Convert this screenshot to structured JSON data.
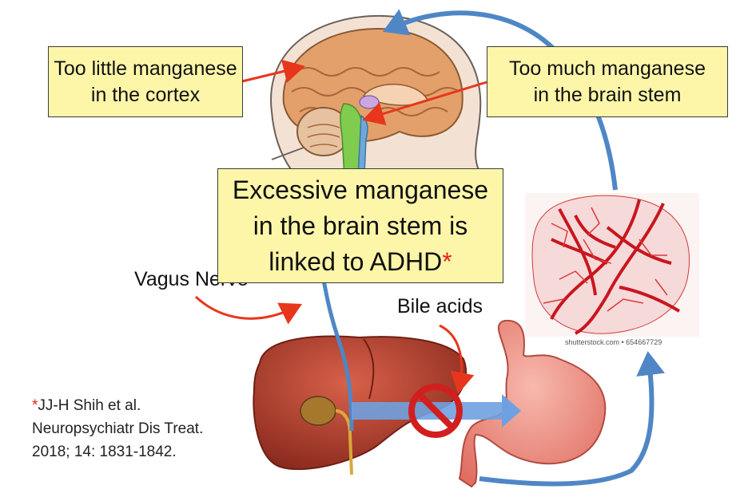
{
  "labels": {
    "cortex_box": "Too little manganese\nin the cortex",
    "stem_box": "Too much manganese\nin the brain stem",
    "adhd_box": "Excessive manganese\nin the brain stem is\nlinked to ADHD",
    "adhd_star": "*",
    "vagus": "Vagus Nerve",
    "bile": "Bile acids",
    "citation_star": "*",
    "citation_line1": "JJ-H Shih et al.",
    "citation_line2": "Neuropsychiatr Dis Treat.",
    "citation_line3": "2018; 14: 1831-1842.",
    "watermark": "shutterstock.com • 654667729"
  },
  "colors": {
    "box_fill": "#fdf6a9",
    "red_arrow": "#e8361c",
    "blue_arrow": "#4f86c6",
    "star": "#e8231c"
  },
  "icons": [
    "brain-head-illustration",
    "heart-vessels-illustration",
    "liver-illustration",
    "stomach-illustration",
    "no-entry-icon"
  ]
}
